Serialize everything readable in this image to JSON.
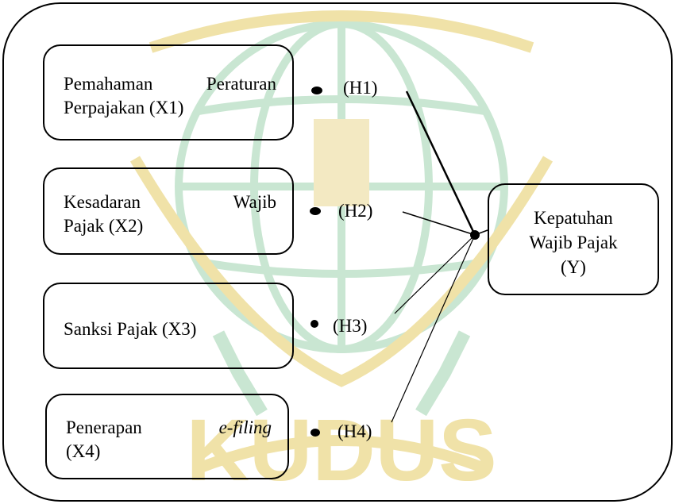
{
  "colors": {
    "stroke": "#000000",
    "text": "#000000",
    "watermark": "#c9e6d2",
    "watermark_gold": "#f0e2a8"
  },
  "boxes": {
    "x1": {
      "line1": "Pemahaman Peraturan",
      "line2": "Perpajakan (X1)"
    },
    "x2": {
      "line1": "Kesadaran Wajib",
      "line2": "Pajak (X2)"
    },
    "x3": {
      "label": "Sanksi Pajak (X3)"
    },
    "x4": {
      "word1": "Penerapan",
      "word2": "e-filing",
      "line2": "(X4)"
    },
    "y": {
      "line1": "Kepatuhan",
      "line2": "Wajib Pajak",
      "line3": "(Y)"
    }
  },
  "hypotheses": {
    "h1": "(H1)",
    "h2": "(H2)",
    "h3": "(H3)",
    "h4": "(H4)"
  },
  "watermark": {
    "text": "KUDUS",
    "icon": "university-logo-watermark"
  }
}
